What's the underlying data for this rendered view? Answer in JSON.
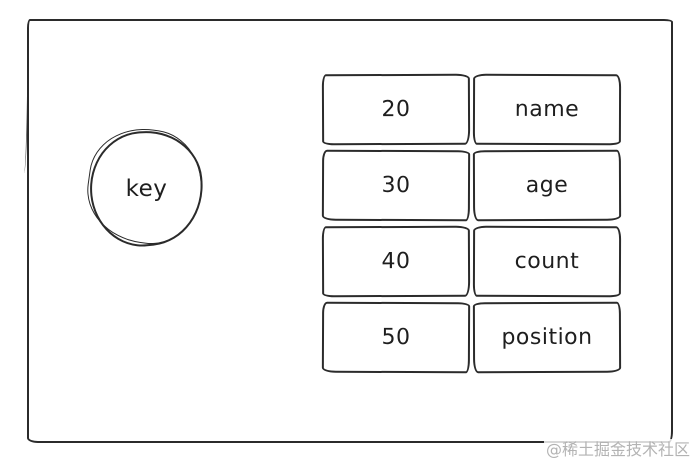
{
  "canvas": {
    "background_color": "#ffffff",
    "stroke_color": "#2b2b2b",
    "text_color": "#1e1e1e"
  },
  "key_node": {
    "label": "key"
  },
  "hash_table": {
    "rows": [
      {
        "value": "20",
        "field": "name"
      },
      {
        "value": "30",
        "field": "age"
      },
      {
        "value": "40",
        "field": "count"
      },
      {
        "value": "50",
        "field": "position"
      }
    ]
  },
  "watermark": {
    "text": "@稀土掘金技术社区",
    "color": "#b3b3b3"
  }
}
